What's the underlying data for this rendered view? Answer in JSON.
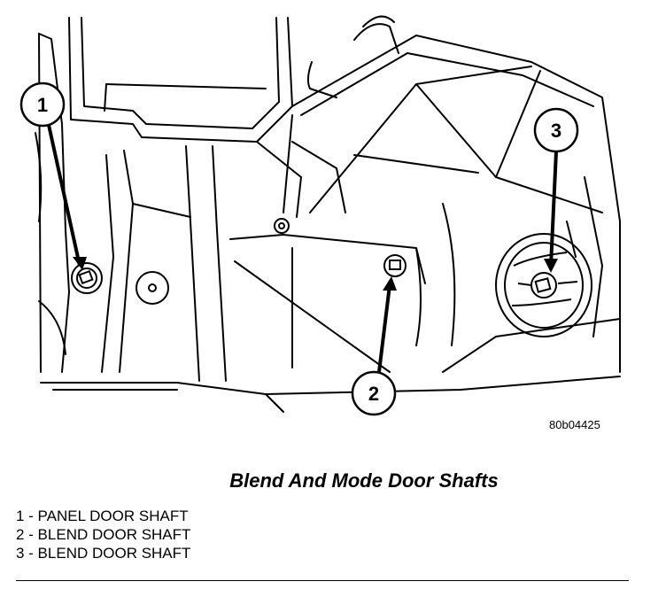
{
  "figure": {
    "id_label": "80b04425",
    "caption": "Blend And Mode Door Shafts"
  },
  "callouts": [
    {
      "number": "1"
    },
    {
      "number": "2"
    },
    {
      "number": "3"
    }
  ],
  "legend": [
    {
      "text": "1 - PANEL DOOR SHAFT"
    },
    {
      "text": "2 - BLEND DOOR SHAFT"
    },
    {
      "text": "3 - BLEND DOOR SHAFT"
    }
  ],
  "colors": {
    "line": "#000000",
    "background": "#ffffff"
  }
}
